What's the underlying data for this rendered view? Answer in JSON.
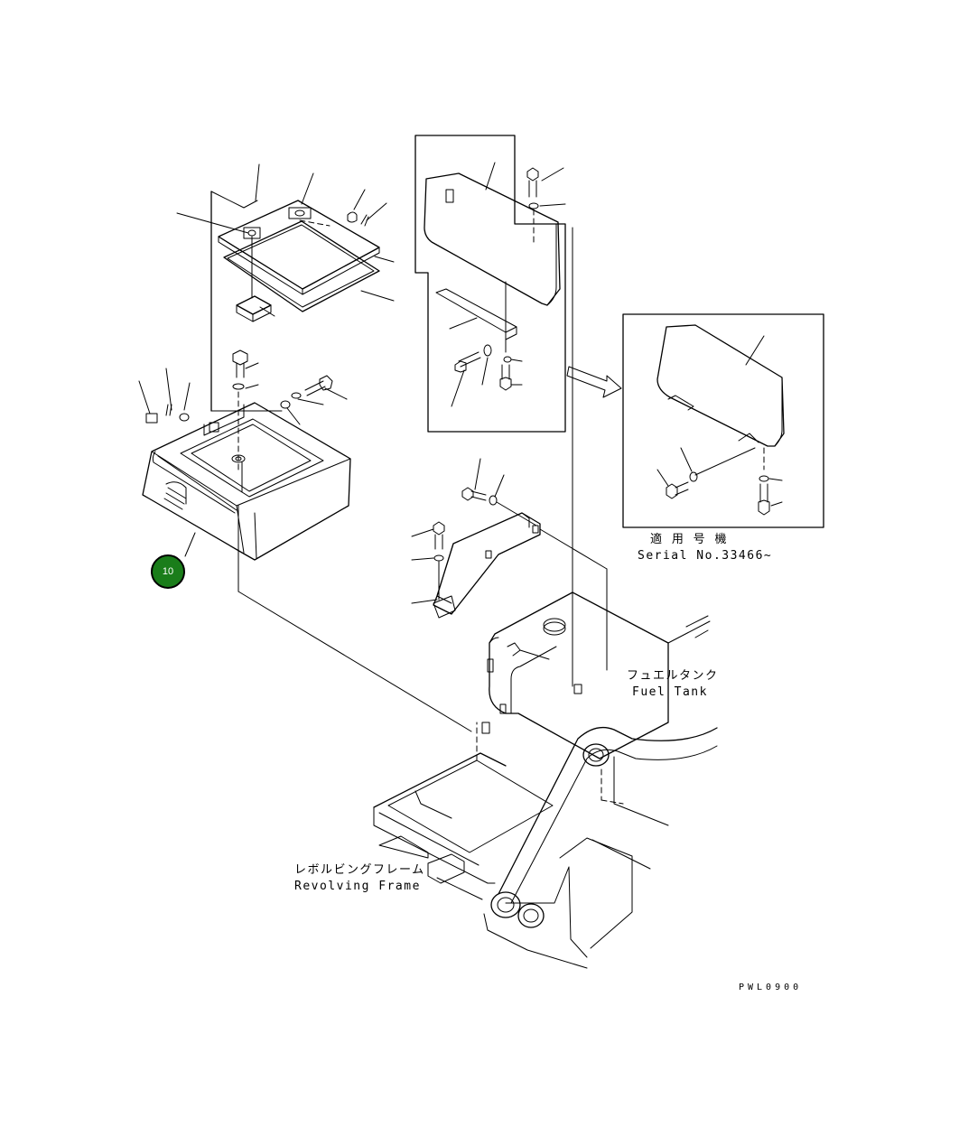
{
  "callouts": [
    {
      "id": "10",
      "label": "10",
      "color": "#1a7d1a"
    }
  ],
  "labels": {
    "serial_jp": "適 用 号 機",
    "serial_en": "Serial No.33466~",
    "fuel_tank_jp": "フュエルタンク",
    "fuel_tank_en": "Fuel Tank",
    "revolving_frame_jp": "レボルビングフレーム",
    "revolving_frame_en": "Revolving Frame",
    "drawing_code": "PWL0900"
  }
}
